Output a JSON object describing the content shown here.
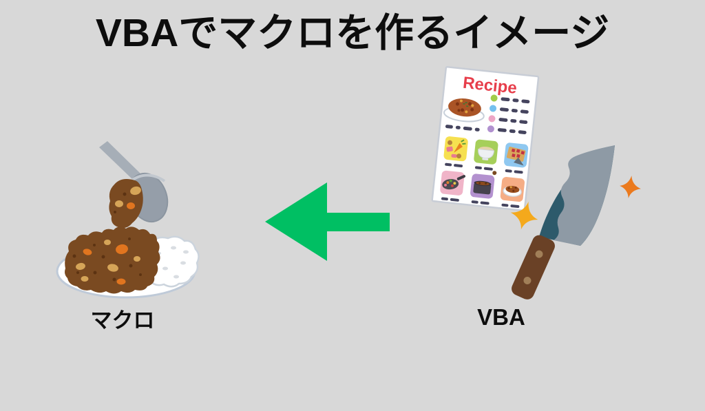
{
  "title": "VBAでマクロを作るイメージ",
  "labels": {
    "left": "マクロ",
    "right": "VBA"
  },
  "arrow": {
    "direction": "left",
    "color": "#00bf63"
  },
  "recipe_card": {
    "heading": "Recipe",
    "heading_color": "#e73e4b",
    "bullet_colors": [
      "#a2cc4a",
      "#74c0ee",
      "#eda6c6",
      "#b191cf"
    ],
    "step_colors": [
      "#f6e050",
      "#a6cf5a",
      "#8fc8f0",
      "#f0b4c8",
      "#b391cf",
      "#f5ad85"
    ]
  },
  "colors": {
    "background": "#d8d8d8",
    "text": "#0d0d0d",
    "sparkle_yellow": "#f4a91c",
    "sparkle_orange": "#eb7a1e",
    "knife_blade": "#2d5a6b",
    "knife_edge": "#8e9aa5",
    "knife_handle": "#6a4126",
    "curry_brown": "#7a4a21",
    "dash_navy": "#45445e"
  }
}
